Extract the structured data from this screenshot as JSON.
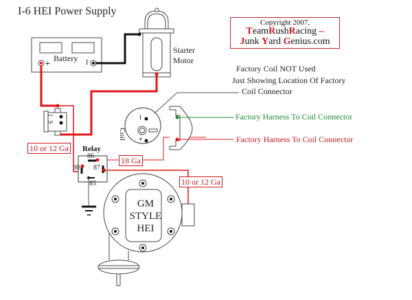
{
  "title": "I-6 HEI Power Supply",
  "copyright": {
    "line1": "Copyright 2007,",
    "line2_parts": [
      {
        "text": "T",
        "red": true
      },
      {
        "text": "eam",
        "red": false
      },
      {
        "text": "R",
        "red": true
      },
      {
        "text": "ush",
        "red": false
      },
      {
        "text": "R",
        "red": true
      },
      {
        "text": "acing",
        "red": false
      },
      {
        "text": " –",
        "red": true
      }
    ],
    "line3_parts": [
      {
        "text": "J",
        "red": true
      },
      {
        "text": "unk ",
        "red": false
      },
      {
        "text": "Y",
        "red": true
      },
      {
        "text": "ard ",
        "red": false
      },
      {
        "text": "G",
        "red": true
      },
      {
        "text": "enius.com",
        "red": false
      }
    ],
    "border_color": "#c0282c"
  },
  "components": {
    "battery": {
      "label": "Battery",
      "positive": "+",
      "negative": "I"
    },
    "starter": {
      "line1": "Starter",
      "line2": "Motor"
    },
    "solenoid": {
      "terminal_i": "I",
      "terminal_s": "S"
    },
    "coil": {
      "label": "Coil",
      "neg": "I",
      "pos": "+"
    },
    "relay": {
      "label": "Relay",
      "pins": {
        "p86": "86",
        "p87": "87",
        "p30": "30",
        "p85": "85"
      }
    },
    "hei": {
      "line1": "GM",
      "line2": "STYLE",
      "line3": "HEI"
    }
  },
  "annotations": {
    "factory_note_1": "Factory Coil NOT Used",
    "factory_note_2": "Just Showing Location Of Factory",
    "factory_note_3": "Coil Connector",
    "green_harness": "Factory Harness To Coil Connector",
    "red_harness": "Factory Harness To Coil Connector"
  },
  "wire_gauges": {
    "main_feed": "10 or 12 Ga",
    "relay_trigger": "18 Ga",
    "hei_feed": "10 or 12 Ga"
  },
  "colors": {
    "power_wire": "#e0141c",
    "ground_wire": "#111111",
    "green_wire": "#1e8a2e",
    "label_red": "#cc1a1f"
  }
}
